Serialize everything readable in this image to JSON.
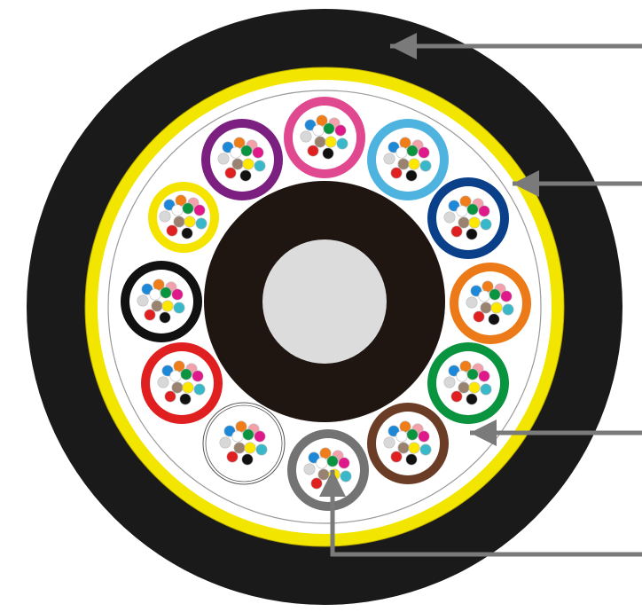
{
  "colors": {
    "jacket": "#1a1a1a",
    "armor": "#f2e600",
    "armor_edge": "#b8a800",
    "filler": "#ffffff",
    "binder_line": "#9a9a9a",
    "strength_member": "#1f1612",
    "core": "#dcdcdc",
    "callout": "#7a7a7a"
  },
  "tubes": [
    {
      "name": "pink",
      "color": "#e0498f"
    },
    {
      "name": "light-blue",
      "color": "#4fb3e0"
    },
    {
      "name": "navy",
      "color": "#0a3f8a"
    },
    {
      "name": "orange",
      "color": "#ec7a18"
    },
    {
      "name": "green",
      "color": "#0a9440"
    },
    {
      "name": "brown",
      "color": "#6b3d26"
    },
    {
      "name": "grey",
      "color": "#737373"
    },
    {
      "name": "white",
      "color": "#ffffff"
    },
    {
      "name": "red",
      "color": "#e02020"
    },
    {
      "name": "black",
      "color": "#111111"
    },
    {
      "name": "yellow",
      "color": "#f5e400"
    },
    {
      "name": "purple",
      "color": "#7b1f80"
    }
  ],
  "fibers": [
    {
      "name": "blue",
      "color": "#1e88d8"
    },
    {
      "name": "orange",
      "color": "#ee7d1a"
    },
    {
      "name": "rose",
      "color": "#f3a0aa"
    },
    {
      "name": "white",
      "color": "#ffffff"
    },
    {
      "name": "slate",
      "color": "#d8d8d8"
    },
    {
      "name": "green",
      "color": "#0a9440"
    },
    {
      "name": "magenta",
      "color": "#e0198a"
    },
    {
      "name": "brown",
      "color": "#9a8270"
    },
    {
      "name": "yellow",
      "color": "#ffe800"
    },
    {
      "name": "aqua",
      "color": "#38b8c8"
    },
    {
      "name": "red",
      "color": "#e02020"
    },
    {
      "name": "black",
      "color": "#111111"
    }
  ]
}
